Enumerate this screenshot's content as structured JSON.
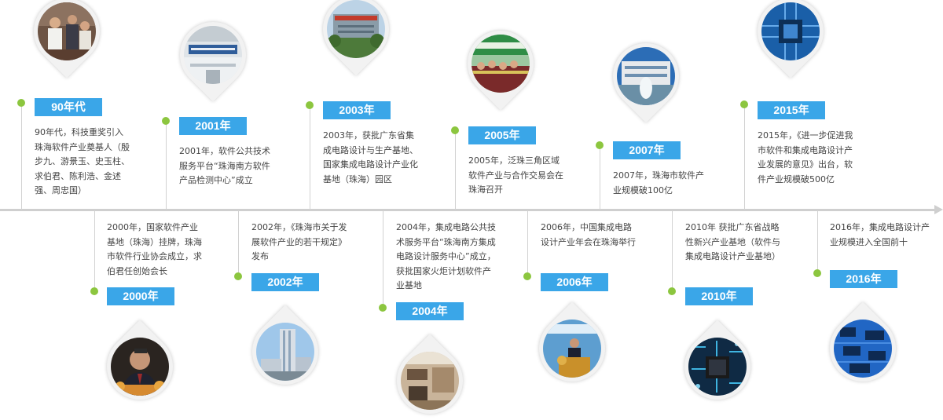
{
  "events": [
    {
      "year": "90年代",
      "text": "90年代，科技重奖引入珠海软件产业奠基人（殷步九、游景玉、史玉柱、求伯君、陈利浩、金述强、周忠国）",
      "photo": "ceremony-photo"
    },
    {
      "year": "2000年",
      "text": "2000年，国家软件产业基地（珠海）挂牌，珠海市软件行业协会成立，求伯君任创始会长",
      "photo": "speaker-portrait"
    },
    {
      "year": "2001年",
      "text": "2001年，软件公共技术服务平台“珠海南方软件产品检测中心”成立",
      "photo": "testing-center-photo"
    },
    {
      "year": "2002年",
      "text": "2002年，《珠海市关于发展软件产业的若干规定》发布",
      "photo": "tower-building-photo"
    },
    {
      "year": "2003年",
      "text": "2003年，获批广东省集成电路设计与生产基地、国家集成电路设计产业化基地（珠海）园区",
      "photo": "industrial-park-photo"
    },
    {
      "year": "2004年",
      "text": "2004年，集成电路公共技术服务平台“珠海南方集成电路设计服务中心”成立，获批国家火炬计划软件产业基地",
      "photo": "office-lobby-photo"
    },
    {
      "year": "2005年",
      "text": "2005年，泛珠三角区域软件产业与合作交易会在珠海召开",
      "photo": "expo-event-photo"
    },
    {
      "year": "2006年",
      "text": "2006年，中国集成电路设计产业年会在珠海举行",
      "photo": "conference-speaker-photo"
    },
    {
      "year": "2007年",
      "text": "2007年，珠海市软件产业规模破100亿",
      "photo": "fountain-building-photo"
    },
    {
      "year": "2010年",
      "text": "2010年 获批广东省战略性新兴产业基地（软件与集成电路设计产业基地）",
      "photo": "circuit-board-photo"
    },
    {
      "year": "2015年",
      "text": "2015年，《进一步促进我市软件和集成电路设计产业发展的意见》出台，软件产业规模破500亿",
      "photo": "cpu-chip-photo"
    },
    {
      "year": "2016年",
      "text": "2016年，集成电路设计产业规模进入全国前十",
      "photo": "chip-board-photo"
    }
  ],
  "colors": {
    "year_badge": "#3aa6e8",
    "dot": "#8cc63f",
    "axis": "#cfcfcf"
  }
}
